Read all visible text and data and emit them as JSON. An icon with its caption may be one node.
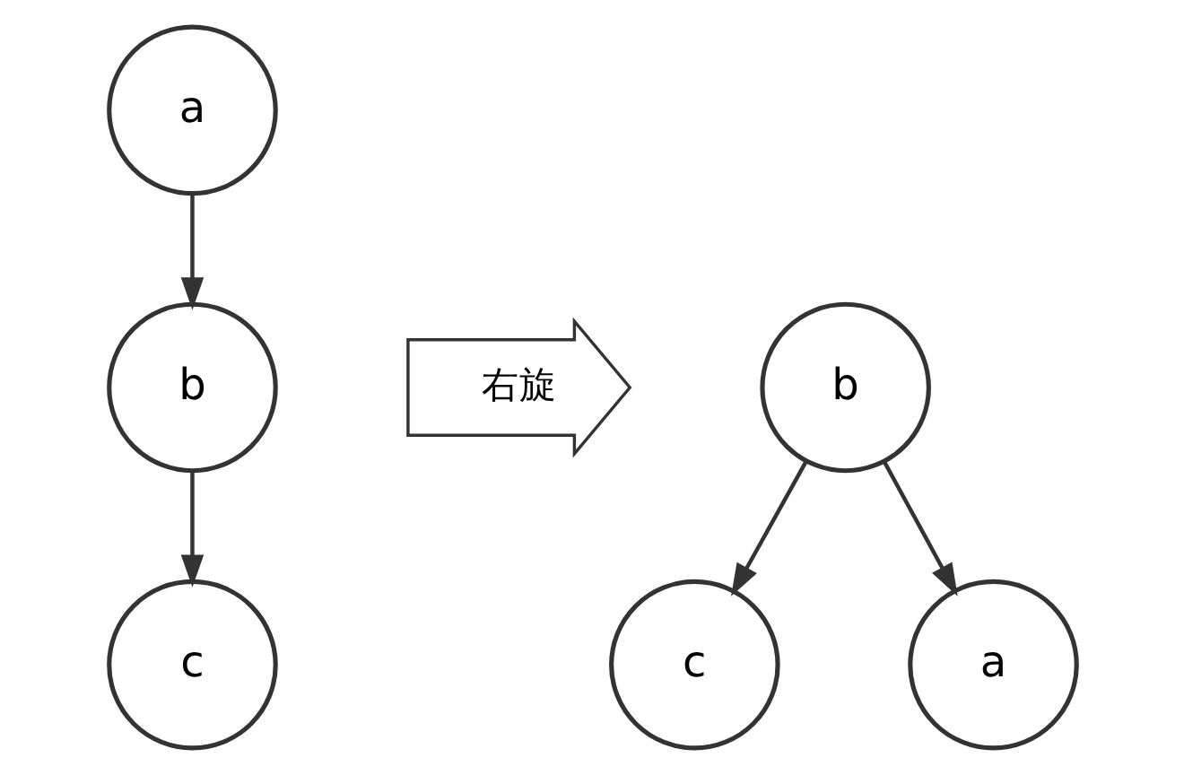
{
  "diagram": {
    "nodes": [
      {
        "text": [
          "a"
        ]
      },
      {
        "text": [
          "b"
        ]
      },
      {
        "text": [
          "c"
        ]
      },
      {
        "text": [
          "右旋"
        ]
      },
      {
        "text": [
          "b"
        ]
      },
      {
        "text": [
          "c"
        ]
      },
      {
        "text": [
          "a"
        ]
      }
    ],
    "edges": [
      {
        "from": 0,
        "to": 1,
        "arrow": "to"
      },
      {
        "from": 1,
        "to": 2,
        "arrow": "to"
      },
      {
        "from": 4,
        "to": 5,
        "arrow": "to"
      },
      {
        "from": 4,
        "to": 6,
        "arrow": "to"
      }
    ]
  }
}
